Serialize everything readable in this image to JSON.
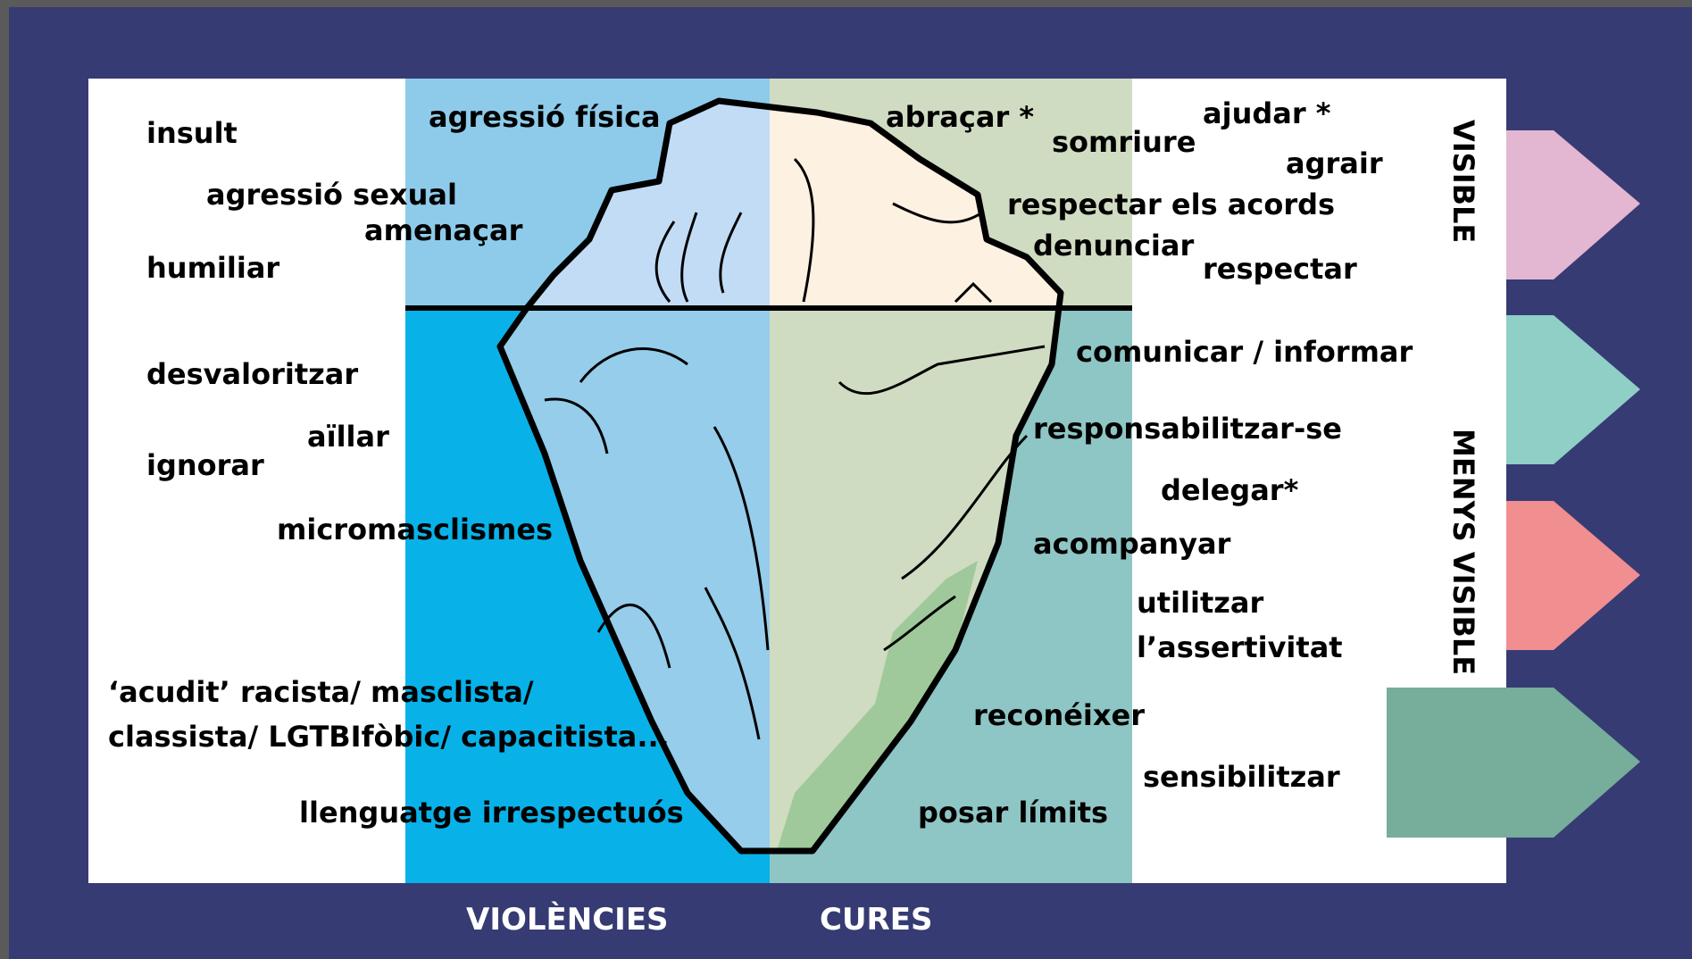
{
  "colors": {
    "background": "#373b73",
    "panel": "#ffffff",
    "violence_above": "#8ecbea",
    "violence_below": "#08b2e8",
    "care_above": "#d0dcc2",
    "care_below": "#8ec5c5",
    "arrow_pink": "#e3b6d1",
    "arrow_teal": "#8fcfc6",
    "arrow_coral": "#f08e90",
    "arrow_green": "#76ad9b"
  },
  "violences_visible": [
    "insult",
    "agressió sexual",
    "amenaçar",
    "humiliar",
    "agressió física"
  ],
  "violences_less_visible": [
    "desvaloritzar",
    "aïllar",
    "ignorar",
    "micromasclismes",
    "‘acudit’ racista/ masclista/",
    "classista/ LGTBIfòbic/ capacitista...",
    "llenguatge irrespectuós"
  ],
  "cares_visible": [
    "abraçar *",
    "somriure",
    "ajudar *",
    "agrair",
    "respectar els acords",
    "denunciar",
    "respectar"
  ],
  "cares_less_visible": [
    "comunicar / informar",
    "responsabilitzar-se",
    "delegar*",
    "acompanyar",
    "utilitzar",
    "l’assertivitat",
    "reconéixer",
    "sensibilitzar",
    "posar límits"
  ],
  "side_labels": {
    "visible": "VISIBLE",
    "less_visible": "MENYS VISIBLE"
  },
  "footer": {
    "violences": "VIOLÈNCIES",
    "cares": "CURES"
  }
}
